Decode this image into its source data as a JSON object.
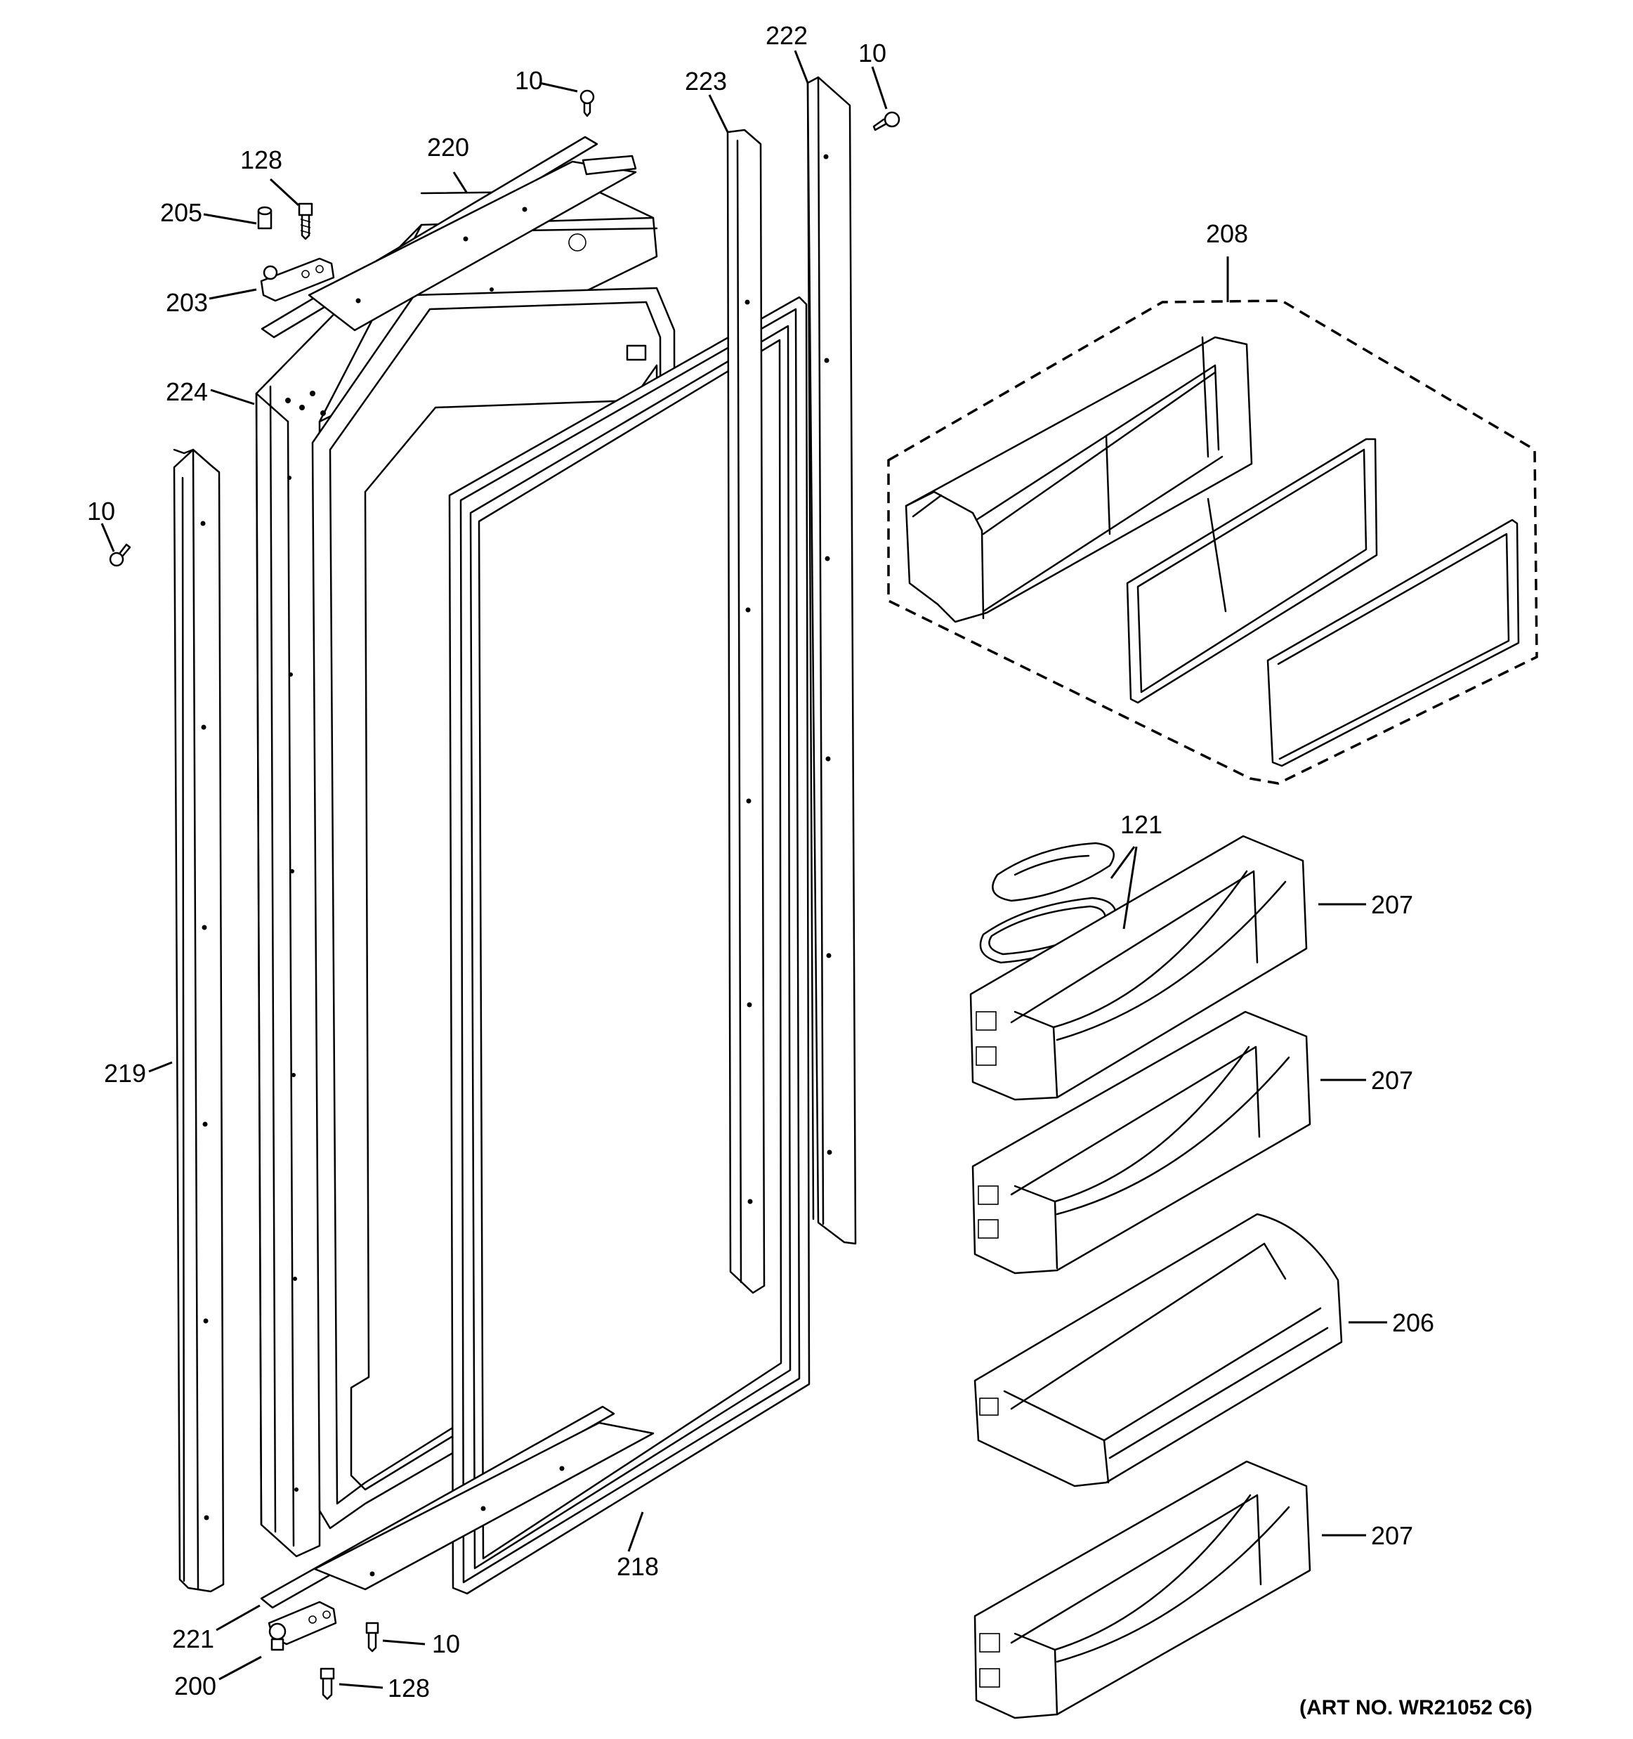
{
  "callouts": {
    "c222": "222",
    "c10_top_a": "10",
    "c10_top_b": "10",
    "c223": "223",
    "c128_top": "128",
    "c220": "220",
    "c205": "205",
    "c203": "203",
    "c208": "208",
    "c224": "224",
    "c10_left": "10",
    "c121": "121",
    "c207_a": "207",
    "c207_b": "207",
    "c219": "219",
    "c206": "206",
    "c207_c": "207",
    "c218": "218",
    "c221": "221",
    "c10_bottom": "10",
    "c200": "200",
    "c128_bottom": "128"
  },
  "art_number": "(ART NO. WR21052 C6)"
}
